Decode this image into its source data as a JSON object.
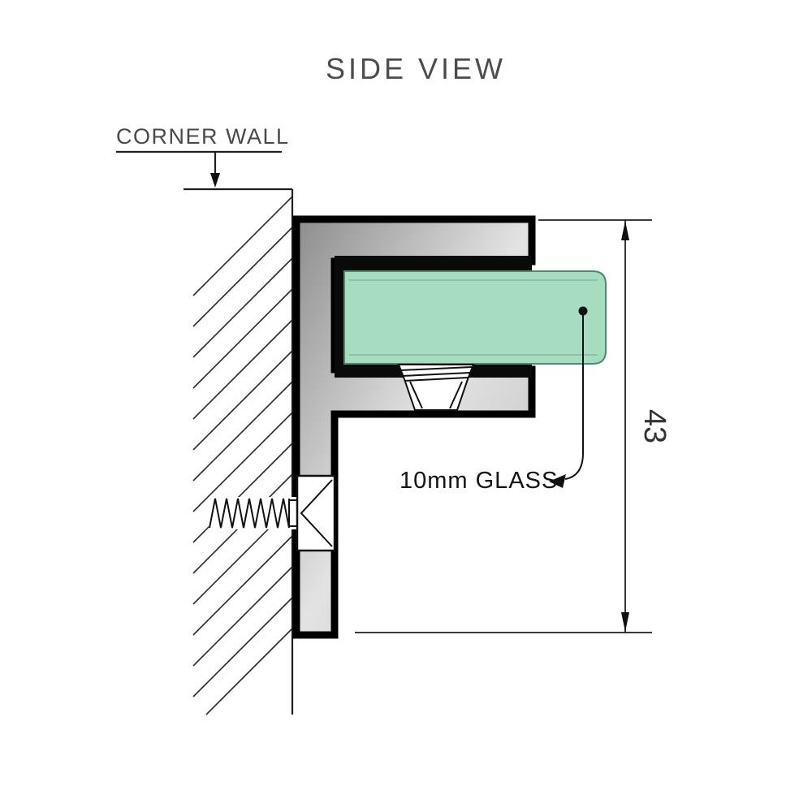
{
  "title": "SIDE VIEW",
  "labels": {
    "corner_wall": "CORNER WALL",
    "glass": "10mm GLASS",
    "dimension": "43"
  },
  "colors": {
    "glass_fill": "#a8dcc1",
    "glass_edge": "#4f8a70",
    "metal_light": "#e3e3e3",
    "metal_mid": "#bdbdbd",
    "metal_dark": "#8d8d8d",
    "outline": "#000000",
    "text": "#4d4d4d"
  }
}
